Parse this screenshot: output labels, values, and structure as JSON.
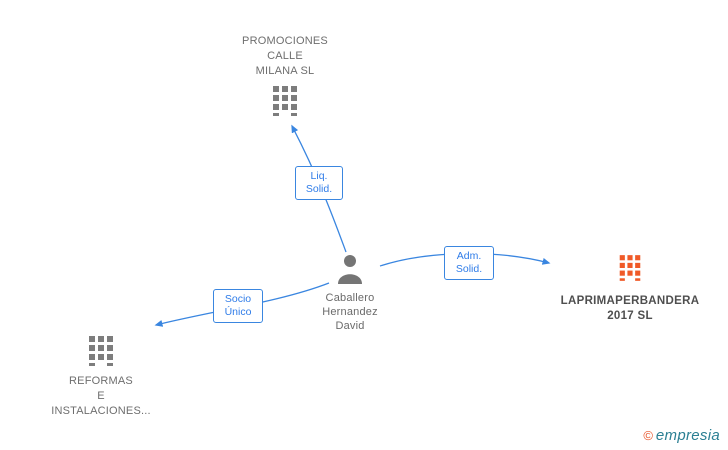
{
  "nodes": {
    "promociones": {
      "type": "company",
      "label_lines": [
        "PROMOCIONES",
        "CALLE",
        "MILANA SL"
      ]
    },
    "caballero": {
      "type": "person",
      "label_lines": [
        "Caballero",
        "Hernandez",
        "David"
      ]
    },
    "laprimaper": {
      "type": "company",
      "label_lines": [
        "LAPRIMAPERBANDERA",
        "2017  SL"
      ]
    },
    "reformas": {
      "type": "company",
      "label_lines": [
        "REFORMAS",
        "E",
        "INSTALACIONES..."
      ]
    }
  },
  "edges": [
    {
      "id": "liq-solid",
      "label_lines": [
        "Liq.",
        "Solid."
      ]
    },
    {
      "id": "adm-solid",
      "label_lines": [
        "Adm.",
        "Solid."
      ]
    },
    {
      "id": "socio-unico",
      "label_lines": [
        "Socio",
        "Único"
      ]
    }
  ],
  "watermark": {
    "copyright": "©",
    "brand": "empresia"
  },
  "colors": {
    "edge_blue": "#3a86e0",
    "company_gray": "#7d7d7d",
    "company_orange": "#f05a28",
    "person_gray": "#757575",
    "label_text": "#6e6e6e",
    "brand_teal": "#2b7f93",
    "brand_orange": "#e8552a"
  }
}
